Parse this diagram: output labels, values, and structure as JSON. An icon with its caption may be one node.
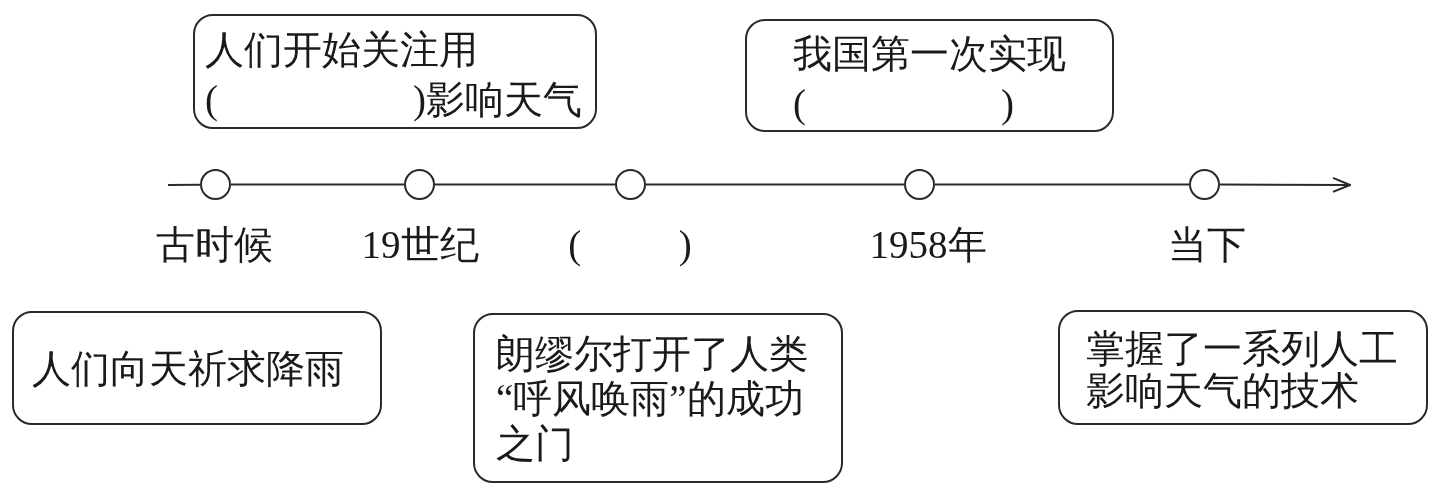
{
  "diagram": {
    "nodes": [
      {
        "text": [
          "人们开始关注用(                    )影响天气"
        ]
      },
      {
        "text": [
          "我国第一次实现(                    )"
        ]
      },
      {
        "text": [],
        "shape": "circle",
        "beside": [
          "古时候"
        ]
      },
      {
        "text": [],
        "shape": "circle",
        "beside": [
          "19世纪"
        ]
      },
      {
        "text": [],
        "shape": "circle",
        "beside": [
          "(          )"
        ]
      },
      {
        "text": [],
        "shape": "circle",
        "beside": [
          "1958年"
        ]
      },
      {
        "text": [],
        "shape": "circle",
        "beside": [
          "当下"
        ]
      },
      {
        "text": [
          "人们向天祈求降雨"
        ]
      },
      {
        "text": [
          "朗缪尔打开了人类“呼风唤雨”的成功之门"
        ]
      },
      {
        "text": [
          "掌握了一系列人工影响天气的技术"
        ]
      }
    ],
    "edges": [
      {
        "from": null,
        "to": 2,
        "arrow": "none"
      },
      {
        "from": 2,
        "to": 3,
        "arrow": "none"
      },
      {
        "from": 3,
        "to": 4,
        "arrow": "none"
      },
      {
        "from": 4,
        "to": 5,
        "arrow": "none"
      },
      {
        "from": 5,
        "to": 6,
        "arrow": "none"
      },
      {
        "from": 6,
        "to": null,
        "arrow": "to"
      }
    ]
  }
}
